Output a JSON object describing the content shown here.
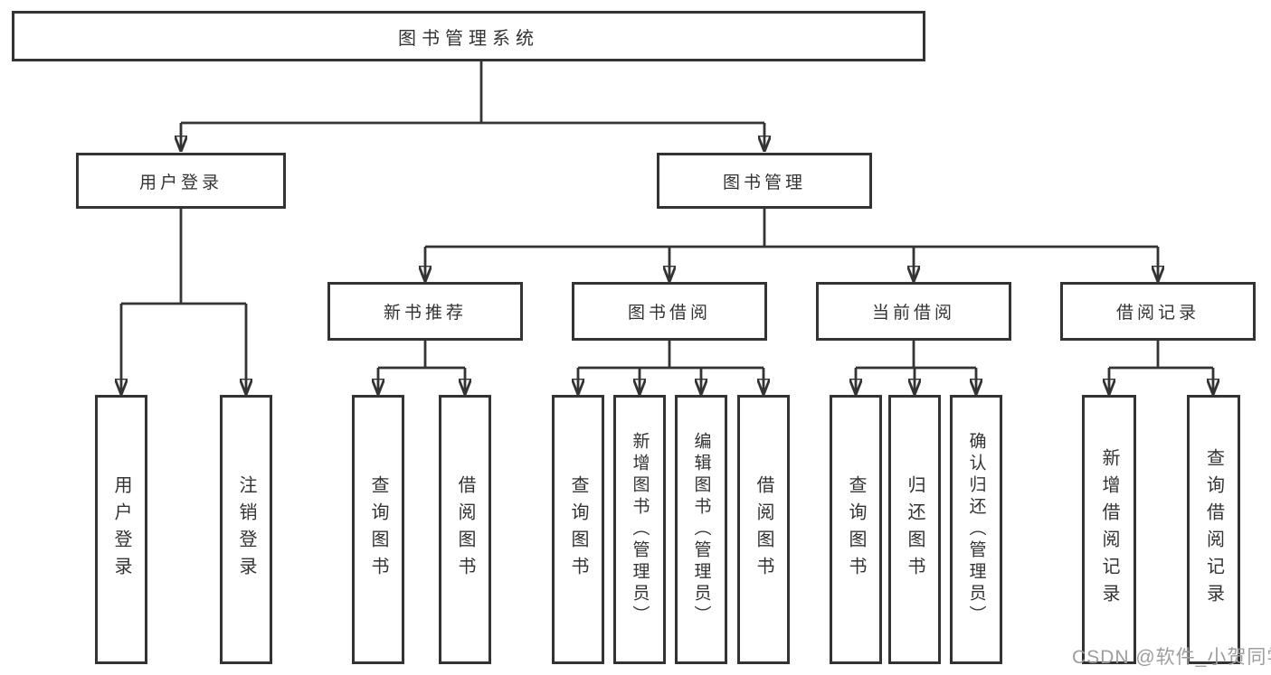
{
  "diagram": {
    "root": {
      "label": "图书管理系统"
    },
    "level2": {
      "user_login": {
        "label": "用户登录"
      },
      "book_management": {
        "label": "图书管理"
      }
    },
    "level3": {
      "new_book_recommend": {
        "label": "新书推荐"
      },
      "book_borrow": {
        "label": "图书借阅"
      },
      "current_borrow": {
        "label": "当前借阅"
      },
      "borrow_records": {
        "label": "借阅记录"
      }
    },
    "leaves": {
      "user_login": {
        "login": "用户登录",
        "logout": "注销登录"
      },
      "new_book_recommend": {
        "query": "查询图书",
        "borrow": "借阅图书"
      },
      "book_borrow": {
        "query": "查询图书",
        "add": "新增图书（管理员）",
        "edit": "编辑图书（管理员）",
        "borrow": "借阅图书"
      },
      "current_borrow": {
        "query": "查询图书",
        "return": "归还图书",
        "confirm": "确认归还（管理员）"
      },
      "borrow_records": {
        "add": "新增借阅记录",
        "query": "查询借阅记录"
      }
    }
  },
  "watermark": {
    "text": "CSDN @软件_小贺同学"
  },
  "colors": {
    "line": "#333333",
    "border": "#333333",
    "text": "#333333",
    "watermark": "#9d9d9d",
    "background": "#ffffff"
  }
}
